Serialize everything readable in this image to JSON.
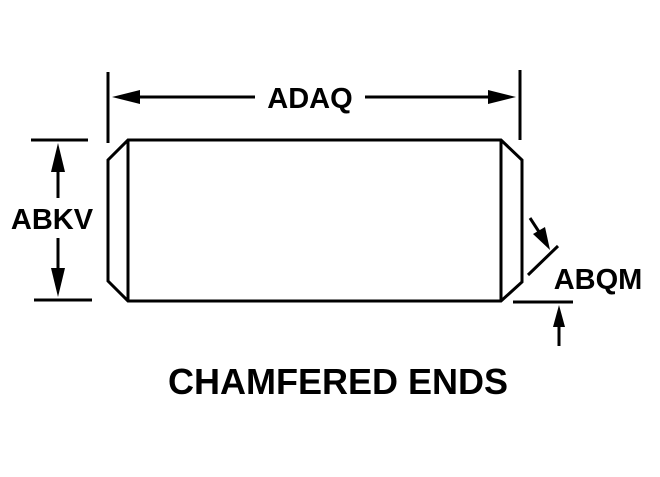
{
  "diagram": {
    "title": "CHAMFERED ENDS",
    "dimensions": {
      "length": "ADAQ",
      "diameter": "ABKV",
      "chamfer": "ABQM"
    },
    "colors": {
      "ink": "#000000",
      "background": "#ffffff"
    }
  }
}
